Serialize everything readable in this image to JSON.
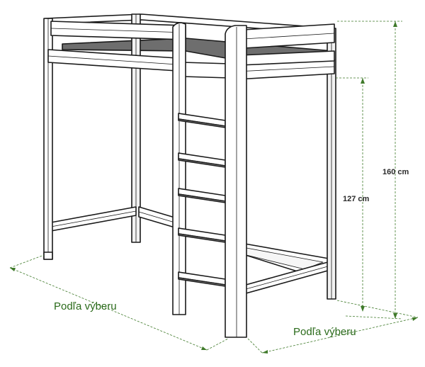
{
  "dimensions": {
    "total_height": "160 cm",
    "bed_height": "127 cm",
    "length": "Podľa výberu",
    "width": "Podľa výberu"
  },
  "colors": {
    "outline": "#1a1a1a",
    "wood_face": "#ffffff",
    "wood_shade": "#e6e6e6",
    "mattress": "#6e6e6e",
    "dimension_line": "#3f7a2a",
    "dimension_text": "#2a6a1a"
  }
}
